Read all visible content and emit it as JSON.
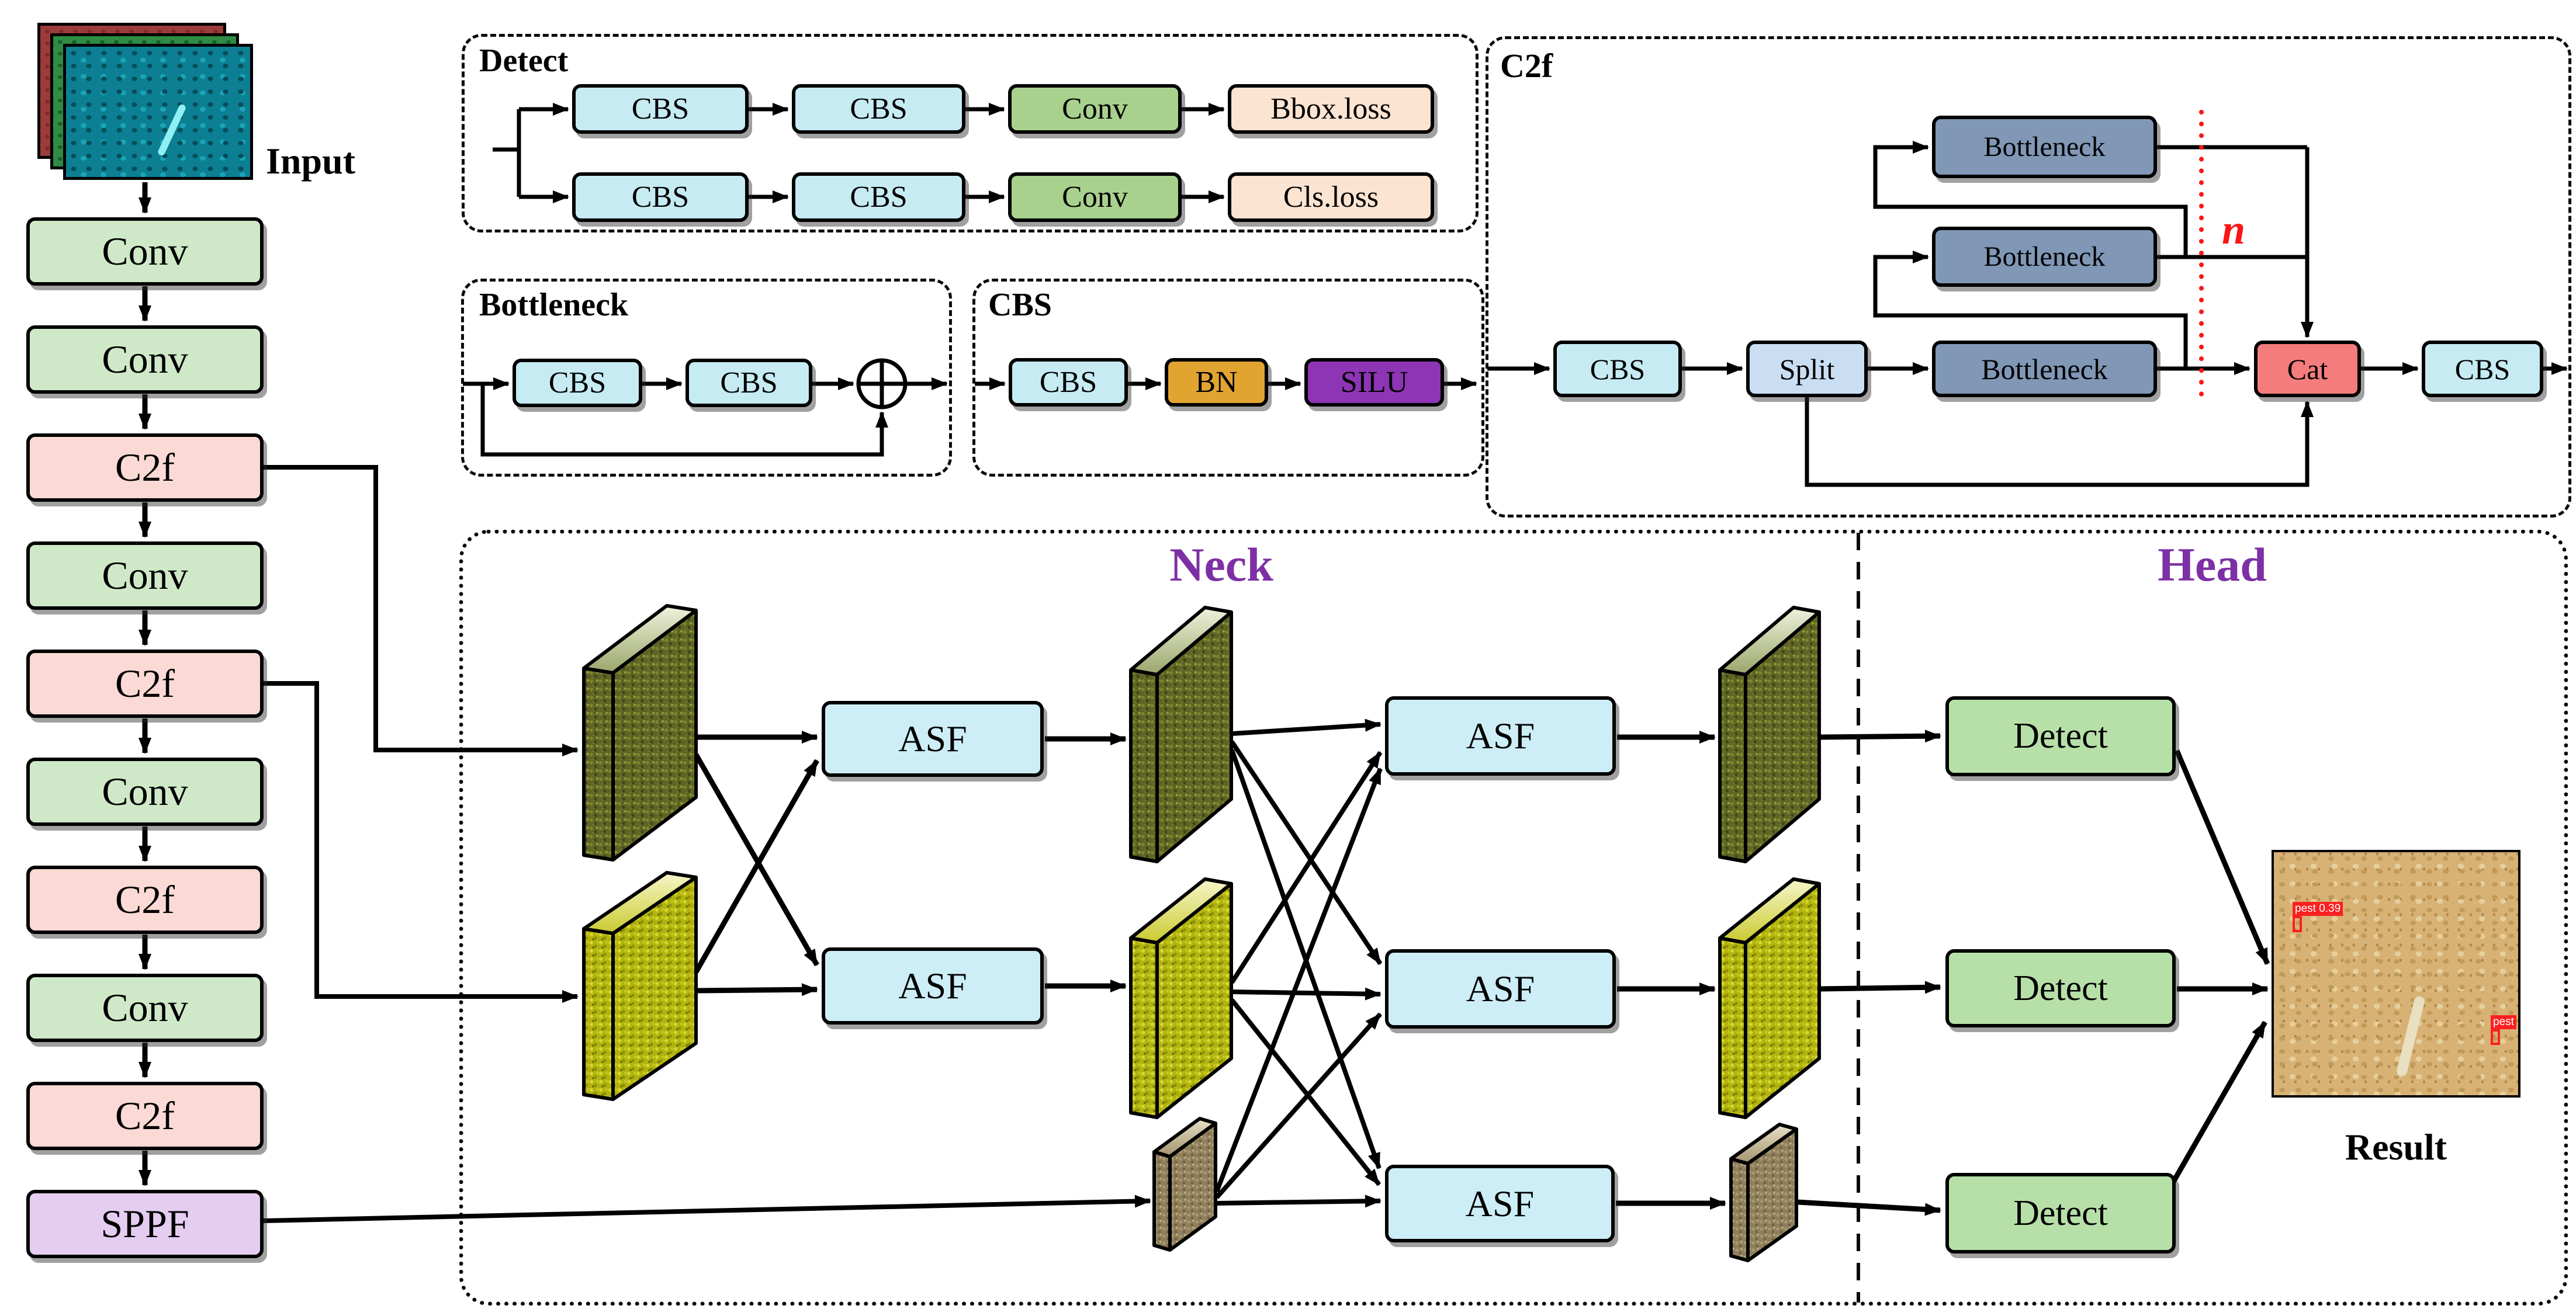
{
  "colors": {
    "conv_green": "#cfe9c8",
    "c2f_pink": "#fbdad5",
    "sppf_purple": "#e4cdf0",
    "cbs_cyan": "#c6ebf3",
    "conv_mid_green": "#a8d18e",
    "loss_peach": "#fbe4d1",
    "bn_amber": "#e2a431",
    "silu_purple": "#8d35b5",
    "bottleneck_slate": "#8097b6",
    "split_blue": "#cadef3",
    "cat_red": "#f47c7c",
    "asf_cyan": "#cdeef6",
    "detect_green": "#b7e0a9",
    "title_purple": "#7d2fa5",
    "accent_red": "#fb1515",
    "line_black": "#000000"
  },
  "input": {
    "label": "Input"
  },
  "backbone": {
    "blocks": [
      {
        "label": "Conv",
        "color": "conv_green"
      },
      {
        "label": "Conv",
        "color": "conv_green"
      },
      {
        "label": "C2f",
        "color": "c2f_pink"
      },
      {
        "label": "Conv",
        "color": "conv_green"
      },
      {
        "label": "C2f",
        "color": "c2f_pink"
      },
      {
        "label": "Conv",
        "color": "conv_green"
      },
      {
        "label": "C2f",
        "color": "c2f_pink"
      },
      {
        "label": "Conv",
        "color": "conv_green"
      },
      {
        "label": "C2f",
        "color": "c2f_pink"
      },
      {
        "label": "SPPF",
        "color": "sppf_purple"
      }
    ]
  },
  "modules": {
    "detect": {
      "title": "Detect",
      "rows": [
        {
          "blocks": [
            {
              "label": "CBS",
              "color": "cbs_cyan"
            },
            {
              "label": "CBS",
              "color": "cbs_cyan"
            },
            {
              "label": "Conv",
              "color": "conv_mid_green"
            },
            {
              "label": "Bbox.loss",
              "color": "loss_peach"
            }
          ]
        },
        {
          "blocks": [
            {
              "label": "CBS",
              "color": "cbs_cyan"
            },
            {
              "label": "CBS",
              "color": "cbs_cyan"
            },
            {
              "label": "Conv",
              "color": "conv_mid_green"
            },
            {
              "label": "Cls.loss",
              "color": "loss_peach"
            }
          ]
        }
      ]
    },
    "bottleneck": {
      "title": "Bottleneck",
      "blocks": [
        {
          "label": "CBS",
          "color": "cbs_cyan"
        },
        {
          "label": "CBS",
          "color": "cbs_cyan"
        }
      ],
      "op_symbol": "⊕"
    },
    "cbs": {
      "title": "CBS",
      "blocks": [
        {
          "label": "CBS",
          "color": "cbs_cyan"
        },
        {
          "label": "BN",
          "color": "bn_amber"
        },
        {
          "label": "SILU",
          "color": "silu_purple"
        }
      ]
    },
    "c2f": {
      "title": "C2f",
      "main_blocks": [
        {
          "label": "CBS",
          "color": "cbs_cyan"
        },
        {
          "label": "Split",
          "color": "split_blue"
        },
        {
          "label": "Bottleneck",
          "color": "bottleneck_slate"
        },
        {
          "label": "Cat",
          "color": "cat_red"
        },
        {
          "label": "CBS",
          "color": "cbs_cyan"
        }
      ],
      "stack_blocks": [
        {
          "label": "Bottleneck",
          "color": "bottleneck_slate"
        },
        {
          "label": "Bottleneck",
          "color": "bottleneck_slate"
        }
      ],
      "repeat_label": "n"
    }
  },
  "neck": {
    "title": "Neck",
    "asf_labels": [
      "ASF",
      "ASF",
      "ASF",
      "ASF",
      "ASF"
    ],
    "feature_map_rows": [
      "olive",
      "yellow",
      "olive",
      "yellow",
      "brown",
      "olive",
      "yellow",
      "brown"
    ]
  },
  "head": {
    "title": "Head",
    "detect_labels": [
      "Detect",
      "Detect",
      "Detect"
    ],
    "result_label": "Result",
    "detections": [
      {
        "label": "pest 0.39"
      },
      {
        "label": "pest"
      }
    ]
  }
}
